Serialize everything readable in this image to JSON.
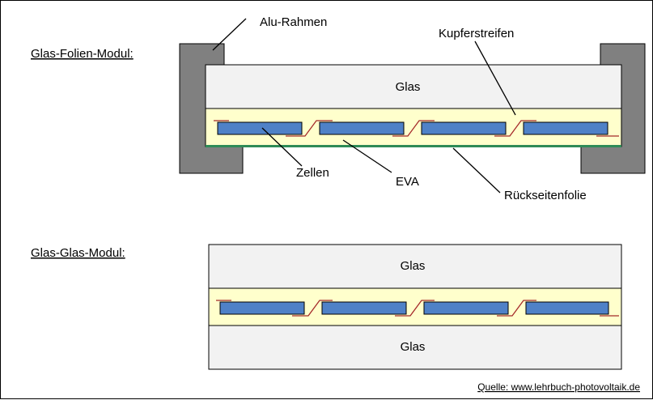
{
  "colors": {
    "frame": "#808080",
    "glass": "#f2f2f2",
    "eva": "#ffffcc",
    "cell": "#4f81c7",
    "copper": "#a52a2a",
    "backsheet": "#2e8b57",
    "outline": "#000000"
  },
  "top_module": {
    "section_label": "Glas-Folien-Modul:",
    "frame_label": "Alu-Rahmen",
    "glass_label": "Glas",
    "copper_label": "Kupferstreifen",
    "cells_label": "Zellen",
    "eva_label": "EVA",
    "backsheet_label": "Rückseitenfolie"
  },
  "bottom_module": {
    "section_label": "Glas-Glas-Modul:",
    "glass_top_label": "Glas",
    "glass_bottom_label": "Glas"
  },
  "source": "Quelle: www.lehrbuch-photovoltaik.de"
}
